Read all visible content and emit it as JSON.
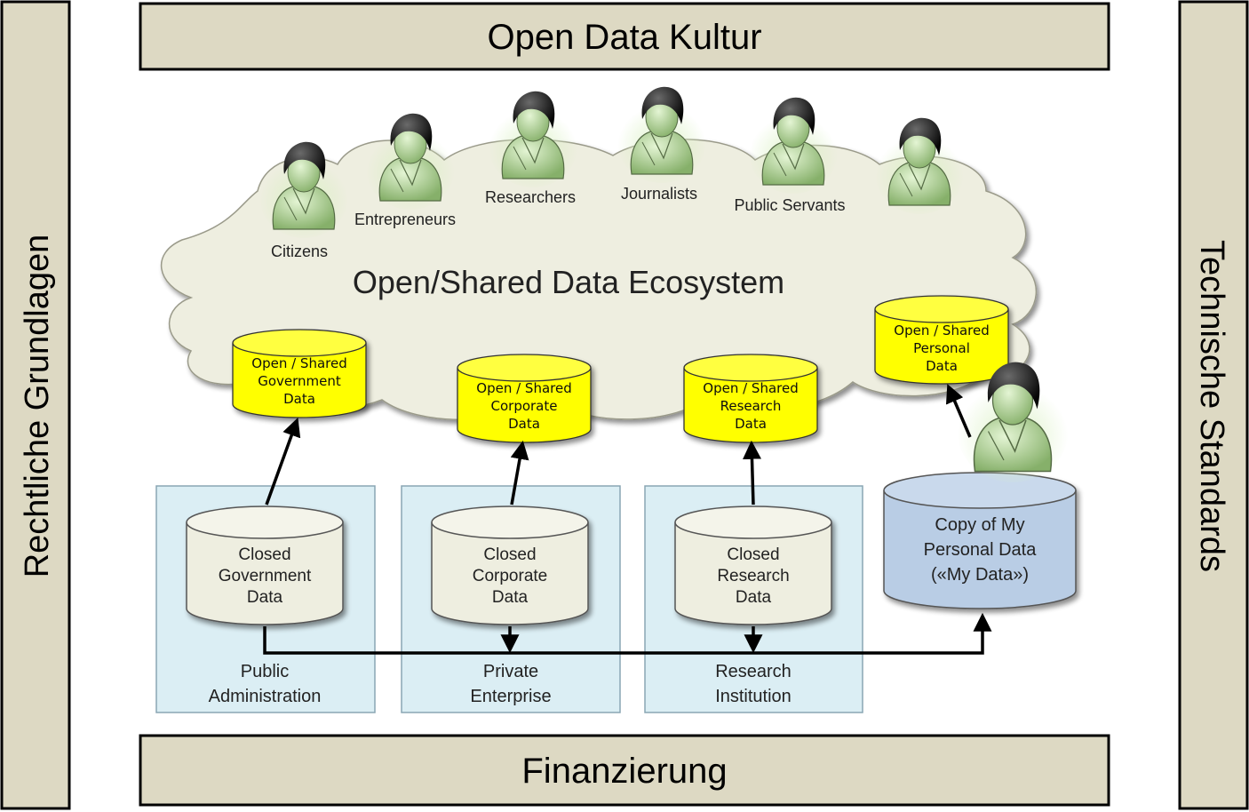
{
  "frame": {
    "top": "Open Data Kultur",
    "bottom": "Finanzierung",
    "left": "Rechtliche Grundlagen",
    "right": "Technische Standards"
  },
  "cloud": {
    "title": "Open/Shared Data Ecosystem"
  },
  "people": [
    {
      "label": "Citizens"
    },
    {
      "label": "Entrepreneurs"
    },
    {
      "label": "Researchers"
    },
    {
      "label": "Journalists"
    },
    {
      "label": "Public Servants"
    },
    {
      "label": ""
    }
  ],
  "open_data": [
    {
      "lines": [
        "Open / Shared",
        "Government",
        "Data"
      ]
    },
    {
      "lines": [
        "Open / Shared",
        "Corporate",
        "Data"
      ]
    },
    {
      "lines": [
        "Open / Shared",
        "Research",
        "Data"
      ]
    },
    {
      "lines": [
        "Open / Shared",
        "Personal",
        "Data"
      ]
    }
  ],
  "closed_data": [
    {
      "lines": [
        "Closed",
        "Government",
        "Data"
      ]
    },
    {
      "lines": [
        "Closed",
        "Corporate",
        "Data"
      ]
    },
    {
      "lines": [
        "Closed",
        "Research",
        "Data"
      ]
    }
  ],
  "institutions": [
    {
      "lines": [
        "Public",
        "Administration"
      ]
    },
    {
      "lines": [
        "Private",
        "Enterprise"
      ]
    },
    {
      "lines": [
        "Research",
        "Institution"
      ]
    }
  ],
  "my_data": {
    "lines": [
      "Copy of My",
      "Personal Data",
      "(«My Data»)"
    ]
  },
  "colors": {
    "frame_fill": "#ddd9c3",
    "cloud_fill": "#eeeee0",
    "open_db_fill": "#ffff00",
    "closed_db_fill": "#eeeee0",
    "institution_fill": "#dbeef4",
    "my_data_fill": "#b9cde5",
    "person_skin": "#b9d9a0",
    "person_hair": "#111111"
  }
}
